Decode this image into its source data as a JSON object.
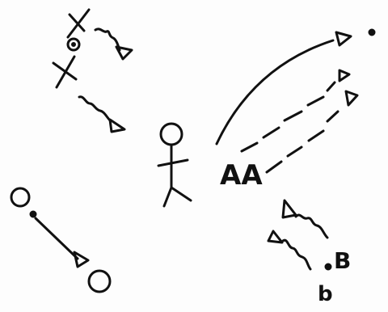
{
  "labels": {
    "aa": "AA",
    "b_upper": "B",
    "b_lower": "b"
  },
  "colors": {
    "ink": "#111111",
    "paper": "#fdfdfd"
  }
}
